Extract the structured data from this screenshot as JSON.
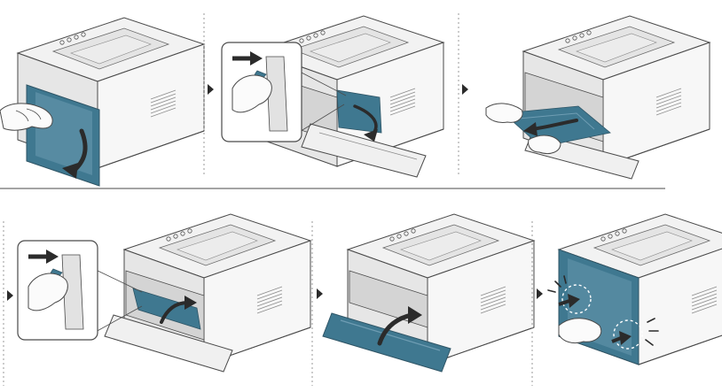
{
  "title": "",
  "colors": {
    "outline": "#4a4a4a",
    "body_light": "#f2f2f2",
    "body_mid": "#e2e2e2",
    "body_dark": "#c8c8c8",
    "accent_blue": "#3f7890",
    "accent_blue_light": "#6f9db3",
    "arrow": "#2b2b2b",
    "divider": "#9a9a9a"
  },
  "steps": [
    {
      "id": 1,
      "action": "open-front-cover"
    },
    {
      "id": 2,
      "action": "release-fuser-lever"
    },
    {
      "id": 3,
      "action": "pull-out-jammed-paper"
    },
    {
      "id": 4,
      "action": "return-fuser-lever"
    },
    {
      "id": 5,
      "action": "close-front-cover"
    },
    {
      "id": 6,
      "action": "press-cover-until-click"
    }
  ],
  "icons": [
    "step-arrow-icon",
    "motion-arrow-icon",
    "hand-icon",
    "click-burst-icon",
    "zoom-callout-icon"
  ]
}
